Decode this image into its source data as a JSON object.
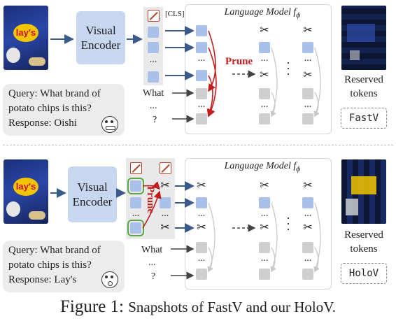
{
  "colors": {
    "visual_token": "#a9c1ea",
    "text_token": "#cfcfcf",
    "prune": "#c21d1d",
    "selected": "#58a84a"
  },
  "top": {
    "encoder": "Visual Encoder",
    "cls": "[CLS]",
    "lm_title": "Language Model  f",
    "lm_sub": "ϕ",
    "prune": "Prune",
    "what": "What",
    "ellipsis": "...",
    "question": "?",
    "query": "Query: What brand of",
    "query2": "potato chips is this?",
    "response": "Response: Oishi",
    "reserved": "Reserved",
    "tokens": "tokens",
    "tag": "FastV"
  },
  "bottom": {
    "encoder": "Visual Encoder",
    "lm_title": "Language Model  f",
    "lm_sub": "ϕ",
    "prune": "Prune",
    "what": "What",
    "ellipsis": "...",
    "question": "?",
    "query": "Query: What brand of",
    "query2": "potato chips is this?",
    "response": "Response: Lay's",
    "reserved": "Reserved",
    "tokens": "tokens",
    "tag": "HoloV"
  },
  "image_logo": "lay's",
  "caption": {
    "prefix": "Figure 1:",
    "text": "Snapshots of FastV and our HoloV."
  }
}
